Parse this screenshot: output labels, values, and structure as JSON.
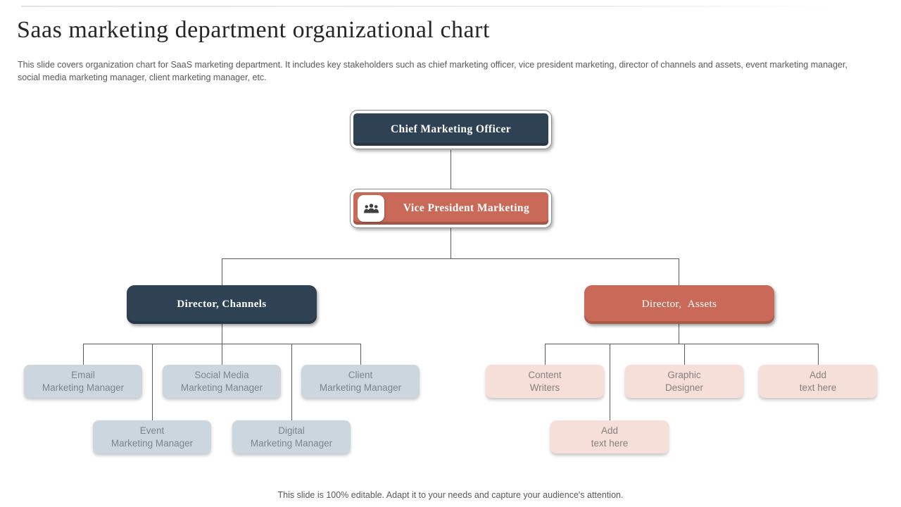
{
  "slide": {
    "title": "Saas marketing department organizational chart",
    "description": "This slide covers organization chart for SaaS marketing department. It includes key stakeholders such as chief marketing officer, vice president marketing, director of channels and assets, event marketing manager, social media marketing manager, client marketing manager, etc.",
    "footer_note": "This slide is 100% editable. Adapt it to your needs and capture your audience's attention."
  },
  "colors": {
    "navy": "#2f4254",
    "coral": "#c96a58",
    "leaf_blue": "#ccd6de",
    "leaf_pink": "#f6ded9",
    "connector_line": "#595959",
    "muted_text": "#5a5a5a"
  },
  "org_chart": {
    "cmo": {
      "label": "Chief Marketing Officer"
    },
    "vp": {
      "label": "Vice President Marketing",
      "icon": "team-icon"
    },
    "directors": [
      {
        "label": "Director, Channels"
      },
      {
        "label": "Director, Assets"
      }
    ],
    "channels_team": {
      "row1": [
        {
          "line1": "Email",
          "line2": "Marketing Manager"
        },
        {
          "line1": "Social Media",
          "line2": "Marketing Manager"
        },
        {
          "line1": "Client",
          "line2": "Marketing Manager"
        }
      ],
      "row2": [
        {
          "line1": "Event",
          "line2": "Marketing Manager"
        },
        {
          "line1": "Digital",
          "line2": "Marketing Manager"
        }
      ]
    },
    "assets_team": {
      "row1": [
        {
          "line1": "Content",
          "line2": "Writers"
        },
        {
          "line1": "Graphic",
          "line2": "Designer"
        },
        {
          "line1": "Add",
          "line2": "text here"
        }
      ],
      "row2": [
        {
          "line1": "Add",
          "line2": "text here"
        }
      ]
    }
  }
}
